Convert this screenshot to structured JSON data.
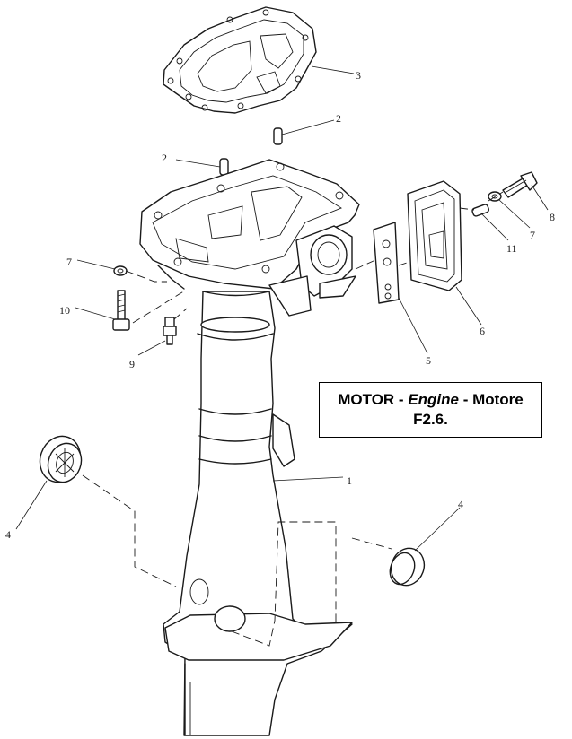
{
  "title_box": {
    "part1": "MOTOR - ",
    "part2": "Engine",
    "part3": " - Motore",
    "code": "F2.6."
  },
  "callouts": [
    "3",
    "2",
    "2",
    "8",
    "7",
    "11",
    "7",
    "10",
    "9",
    "5",
    "6",
    "1",
    "4",
    "4"
  ]
}
